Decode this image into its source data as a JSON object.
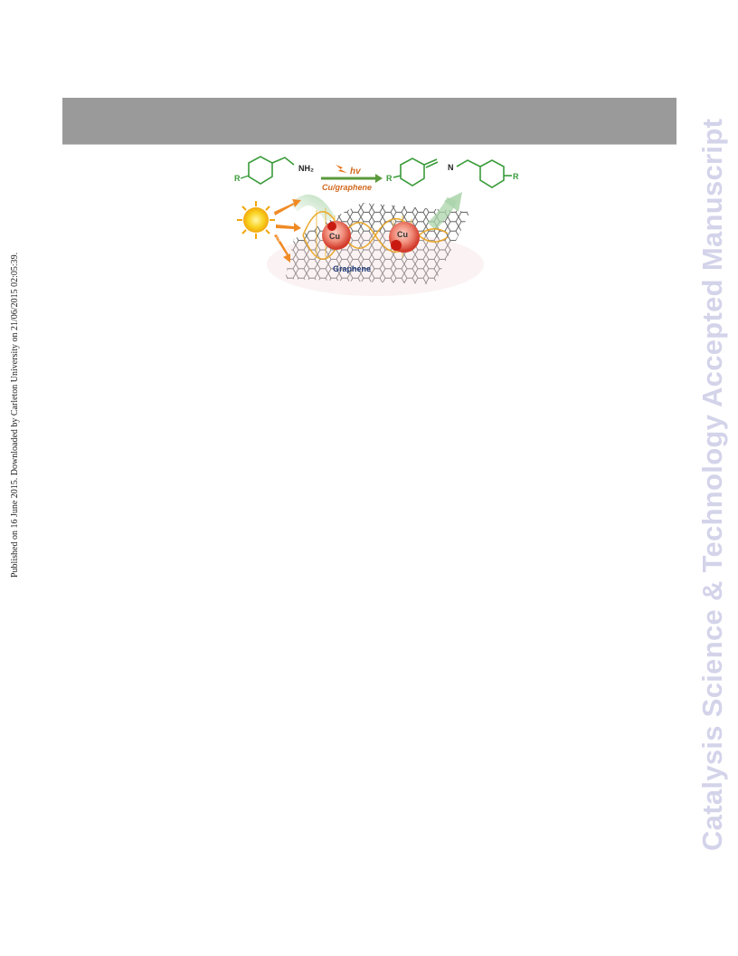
{
  "sidebar": {
    "publication_note": "Published on 16 June 2015. Downloaded by Carleton University on 21/06/2015 02:05:39."
  },
  "watermark": {
    "text": "Catalysis Science & Technology Accepted Manuscript",
    "color": "#d3d3ea"
  },
  "header": {
    "bar_color": "#9a9a9a"
  },
  "figure": {
    "reactant_substituent": "R",
    "reactant_group": "NH₂",
    "arrow_above": "hv",
    "arrow_below": "Cu/graphene",
    "product_substituent_left": "R",
    "product_imine_atom": "N",
    "product_substituent_right": "R",
    "particle_1_label": "Cu",
    "particle_2_label": "Cu",
    "support_label": "Graphene",
    "light_label": "Light",
    "colors": {
      "molecule": "#3a9b3a",
      "condition": "#d2691e",
      "copper": "#d23a2a",
      "graphene": "#444444",
      "sun": "#f7c51e"
    }
  }
}
